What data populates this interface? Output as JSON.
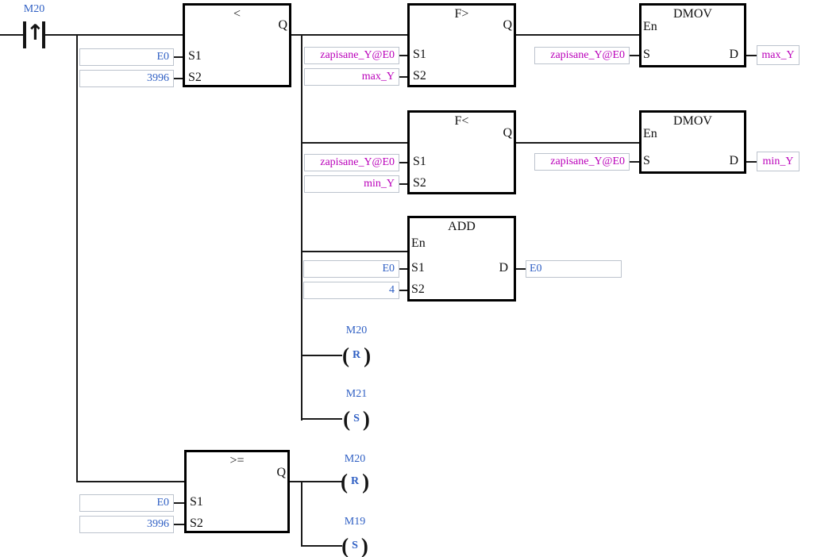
{
  "diagram": {
    "kind": "plc-ladder-rung",
    "colors": {
      "wire": "#1a1a1a",
      "block_border": "#000000",
      "device_text_blue": "#3060c4",
      "symbol_text_magenta": "#ba00ba",
      "operand_box_border": "#bcc3cd"
    },
    "glyphs": {
      "rising_arrow": "↑",
      "paren_open": "(",
      "paren_close": ")"
    },
    "contact": {
      "label": "M20",
      "kind": "rising-edge-contact"
    },
    "blocks": {
      "cmp_lt": {
        "title": "<",
        "pin_q": "Q",
        "pin_s1": "S1",
        "pin_s2": "S2",
        "s1_value": "E0",
        "s2_value": "3996"
      },
      "f_gt": {
        "title": "F>",
        "pin_q": "Q",
        "pin_s1": "S1",
        "pin_s2": "S2",
        "s1_value": "zapisane_Y@E0",
        "s2_value": "max_Y"
      },
      "dmov_max": {
        "title": "DMOV",
        "pin_en": "En",
        "pin_s": "S",
        "pin_d": "D",
        "s_value": "zapisane_Y@E0",
        "d_value": "max_Y"
      },
      "f_lt": {
        "title": "F<",
        "pin_q": "Q",
        "pin_s1": "S1",
        "pin_s2": "S2",
        "s1_value": "zapisane_Y@E0",
        "s2_value": "min_Y"
      },
      "dmov_min": {
        "title": "DMOV",
        "pin_en": "En",
        "pin_s": "S",
        "pin_d": "D",
        "s_value": "zapisane_Y@E0",
        "d_value": "min_Y"
      },
      "add": {
        "title": "ADD",
        "pin_en": "En",
        "pin_s1": "S1",
        "pin_s2": "S2",
        "pin_d": "D",
        "s1_value": "E0",
        "s2_value": "4",
        "d_value": "E0"
      },
      "cmp_ge": {
        "title": ">=",
        "pin_q": "Q",
        "pin_s1": "S1",
        "pin_s2": "S2",
        "s1_value": "E0",
        "s2_value": "3996"
      }
    },
    "coils": {
      "reset_m20_top": {
        "label": "M20",
        "letter": "R",
        "kind": "reset-coil"
      },
      "set_m21": {
        "label": "M21",
        "letter": "S",
        "kind": "set-coil"
      },
      "reset_m20_bottom": {
        "label": "M20",
        "letter": "R",
        "kind": "reset-coil"
      },
      "set_m19": {
        "label": "M19",
        "letter": "S",
        "kind": "set-coil"
      }
    }
  }
}
